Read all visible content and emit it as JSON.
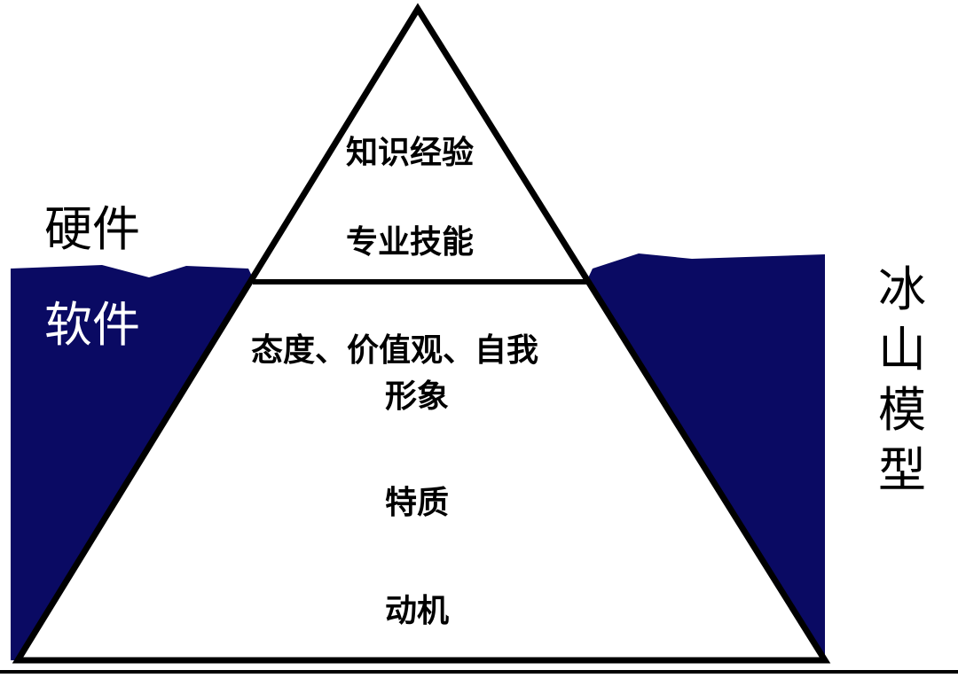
{
  "colors": {
    "water": "#0a0a63",
    "outline": "#000000",
    "background": "#ffffff",
    "underwater_text": "#ffffff"
  },
  "labels": {
    "hardware": "硬件",
    "software": "软件",
    "title_chars": [
      "冰",
      "山",
      "模",
      "型"
    ]
  },
  "tip": {
    "line1": "知识经验",
    "line2": "专业技能"
  },
  "base": {
    "attitude_line1": "态度、价值观、自我",
    "attitude_line2": "形象",
    "traits": "特质",
    "motivation": "动机"
  }
}
